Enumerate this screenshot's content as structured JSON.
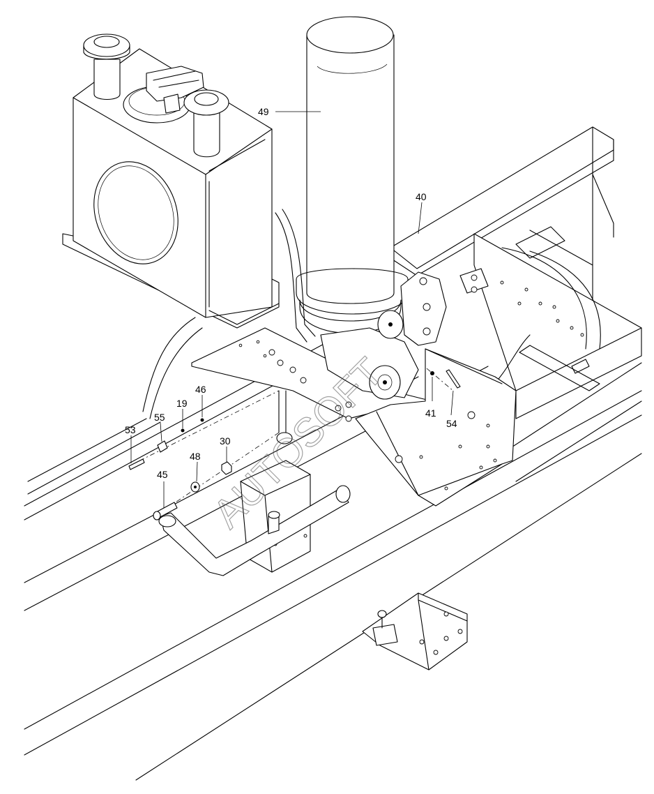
{
  "diagram": {
    "callouts": [
      {
        "id": "49",
        "label": "49"
      },
      {
        "id": "40",
        "label": "40"
      },
      {
        "id": "41",
        "label": "41"
      },
      {
        "id": "54",
        "label": "54"
      },
      {
        "id": "46",
        "label": "46"
      },
      {
        "id": "19",
        "label": "19"
      },
      {
        "id": "55",
        "label": "55"
      },
      {
        "id": "53",
        "label": "53"
      },
      {
        "id": "30",
        "label": "30"
      },
      {
        "id": "48",
        "label": "48"
      },
      {
        "id": "45",
        "label": "45"
      }
    ],
    "watermark": "AUTOSOFT"
  },
  "colors": {
    "line": "#000000",
    "background": "#ffffff"
  }
}
